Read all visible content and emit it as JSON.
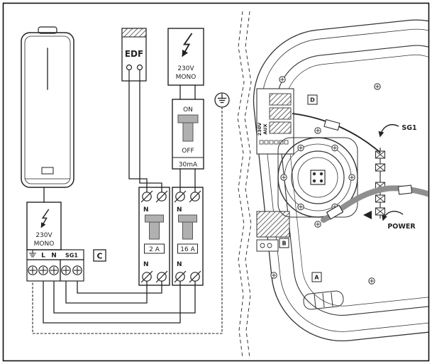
{
  "left_panel": {
    "edf": {
      "label": "EDF"
    },
    "mains_top": {
      "line1": "230V",
      "line2": "MONO"
    },
    "mains_device": {
      "line1": "230V",
      "line2": "MONO"
    },
    "rcd": {
      "on": "ON",
      "off": "OFF",
      "rating": "30mA"
    },
    "breaker_sg1": {
      "rating": "2 A",
      "n_top": "N",
      "n_bottom": "N"
    },
    "breaker_power": {
      "rating": "16 A",
      "n_top": "N",
      "n_bottom": "N"
    },
    "terminal_block": {
      "l": "L",
      "n": "N",
      "sg1": "SG1"
    },
    "marker_c": "C"
  },
  "right_panel": {
    "sg1_label": "SG1",
    "power_label": "POWER",
    "marker_a": "A",
    "marker_b": "B",
    "marker_d": "D",
    "pcb_text_1": "230V",
    "pcb_text_2": "AUX"
  },
  "icons": {
    "earth": "earth-ground-icon",
    "lightning": "lightning-arrow-icon",
    "screw_cross": "screw-terminal-cross-icon",
    "screw_slash": "screw-terminal-slash-icon"
  },
  "colors": {
    "line": "#222222",
    "handle_fill": "#b0b0b0",
    "cable_gray": "#8f8f8f"
  }
}
